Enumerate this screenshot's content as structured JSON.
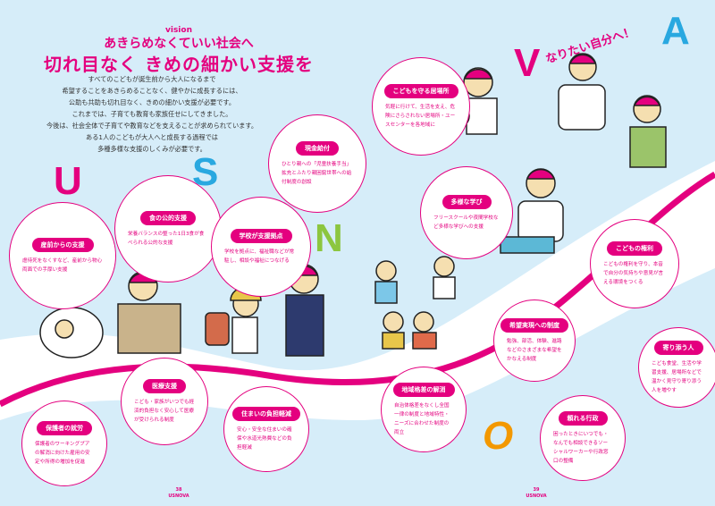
{
  "vision": {
    "label": "vision",
    "subtitle": "あきらめなくていい社会へ",
    "title": "切れ目なく きめの細かい支援を"
  },
  "intro": [
    "すべてのこどもが誕生前から大人になるまで",
    "希望することをあきらめることなく、健やかに成長するには、",
    "公助も共助も切れ目なく、きめの細かい支援が必要です。",
    "これまでは、子育ても教育も家族任せにしてきました。",
    "今後は、社会全体で子育てや教育などを支えることが求められています。",
    "ある1人のこどもが大人へと成長する過程では",
    "多種多様な支援のしくみが必要です。"
  ],
  "slogan": "なりたい自分へ！",
  "letters": [
    "U",
    "S",
    "N",
    "O",
    "V",
    "A"
  ],
  "colors": {
    "magenta": "#e4007f",
    "blue": "#29a8e0",
    "green": "#8cc63f",
    "orange": "#f39800",
    "sky": "#d6edf9"
  },
  "circles": [
    {
      "title": "現金給付",
      "text": "ひとり親への「児童扶養手当」拡充とふたり親困窮世帯への給付制度の創設"
    },
    {
      "title": "産前からの支援",
      "text": "虐待死をなくすなど、産前から物心両面での手厚い支援"
    },
    {
      "title": "食の公的支援",
      "text": "栄養バランスの整った1日3食が食べられる公的な支援"
    },
    {
      "title": "学校が支援拠点",
      "text": "学校を拠点に、福祉職などが常駐し、相談や福祉につなげる"
    },
    {
      "title": "医療支援",
      "text": "こども・家族がいつでも経済的負担なく安心して医療が受けられる制度"
    },
    {
      "title": "保護者の就労",
      "text": "保護者のワーキングプアの解消に向けた雇用の安定や所得の増加を促進"
    },
    {
      "title": "住まいの負担軽減",
      "text": "安心・安全な住まいの確保や水道光熱費などの負担軽減"
    },
    {
      "title": "こどもを守る居場所",
      "text": "気軽に行けて、生活を支え、危険にさらされない居場所・ユースセンターを各地域に"
    },
    {
      "title": "多様な学び",
      "text": "フリースクールや夜間学校など多様な学びへの支援"
    },
    {
      "title": "こどもの権利",
      "text": "こどもの権利を守り、本音で自分の気持ちや意見が言える環境をつくる"
    },
    {
      "title": "希望実現への制度",
      "text": "勉強、部活、体験、進路などのさまざまな希望をかなえる制度"
    },
    {
      "title": "寄り添う人",
      "text": "こども食堂、生活や学習支援、居場所などで温かく見守り寄り添う人を増やす"
    },
    {
      "title": "地域格差の解消",
      "text": "自治体格差をなくし全国一律の制度と地域特性・ニーズに合わせた制度の両立"
    },
    {
      "title": "頼れる行政",
      "text": "困ったときにいつでも・なんでも相談できるソーシャルワーカーや行政窓口の整備"
    }
  ],
  "folio": [
    {
      "page": "38",
      "mag": "USNOVA"
    },
    {
      "page": "39",
      "mag": "USNOVA"
    }
  ]
}
